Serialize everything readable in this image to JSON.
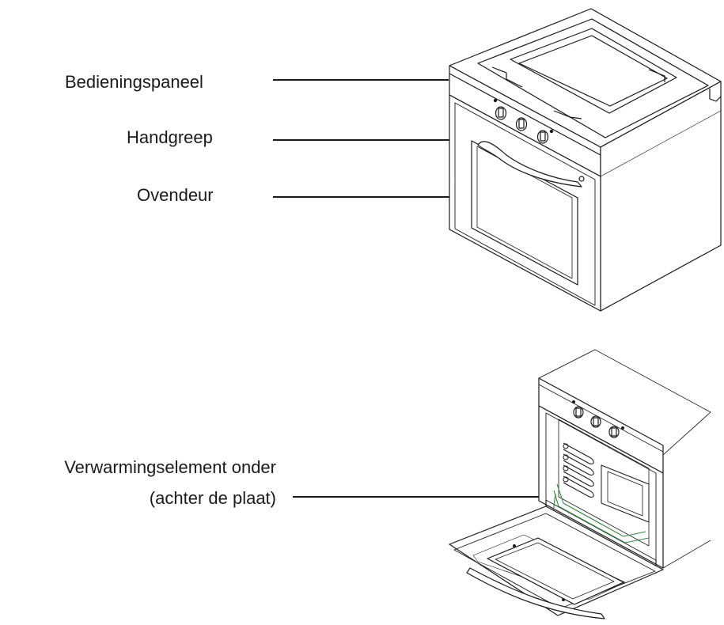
{
  "labels": {
    "control_panel": "Bedieningspaneel",
    "handle": "Handgreep",
    "oven_door": "Ovendeur",
    "heating_element_line1": "Verwarmingselement onder",
    "heating_element_line2": "(achter de plaat)"
  },
  "colors": {
    "line": "#1a1a1a",
    "heating_element": "#2e8b3a"
  },
  "icons": {
    "closed_oven": "built-in-oven-closed",
    "open_oven": "built-in-oven-open"
  }
}
